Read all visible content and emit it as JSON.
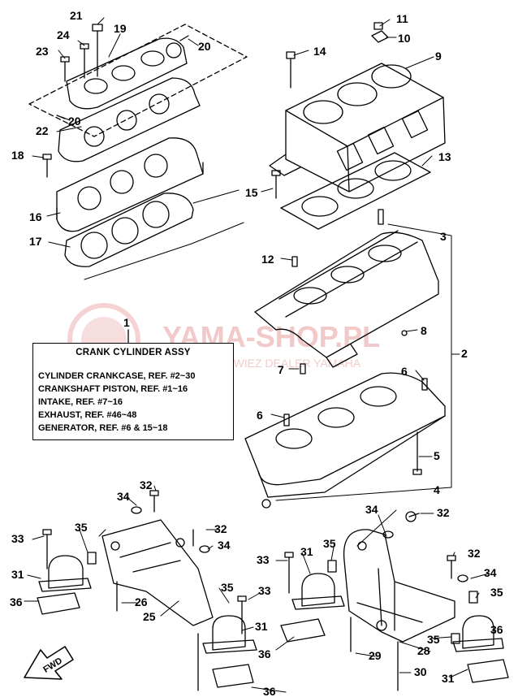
{
  "watermark": {
    "main": "YAMA-SHOP.PL",
    "sub": "WOJCIECHOWIEZ DEALER YAMAHA"
  },
  "legend": {
    "callout": "1",
    "title": "CRANK CYLINDER ASSY",
    "lines": [
      "CYLINDER CRANKCASE, REF. #2~30",
      "CRANKSHAFT PISTON, REF. #1~16",
      "INTAKE,     REF. #7~16",
      "EXHAUST,   REF. #46~48",
      "GENERATOR, REF. #6 & 15~18"
    ]
  },
  "fwd_label": "FWD",
  "callouts": [
    {
      "id": "c21",
      "text": "21"
    },
    {
      "id": "c19",
      "text": "19"
    },
    {
      "id": "c24",
      "text": "24"
    },
    {
      "id": "c23",
      "text": "23"
    },
    {
      "id": "c20a",
      "text": "20"
    },
    {
      "id": "c20b",
      "text": "20"
    },
    {
      "id": "c22",
      "text": "22"
    },
    {
      "id": "c18",
      "text": "18"
    },
    {
      "id": "c16",
      "text": "16"
    },
    {
      "id": "c17",
      "text": "17"
    },
    {
      "id": "c11",
      "text": "11"
    },
    {
      "id": "c10",
      "text": "10"
    },
    {
      "id": "c14",
      "text": "14"
    },
    {
      "id": "c9",
      "text": "9"
    },
    {
      "id": "c13",
      "text": "13"
    },
    {
      "id": "c15",
      "text": "15"
    },
    {
      "id": "c3",
      "text": "3"
    },
    {
      "id": "c12",
      "text": "12"
    },
    {
      "id": "c8",
      "text": "8"
    },
    {
      "id": "c2",
      "text": "2"
    },
    {
      "id": "c7",
      "text": "7"
    },
    {
      "id": "c6a",
      "text": "6"
    },
    {
      "id": "c6b",
      "text": "6"
    },
    {
      "id": "c5",
      "text": "5"
    },
    {
      "id": "c4",
      "text": "4"
    },
    {
      "id": "c34a",
      "text": "34"
    },
    {
      "id": "c32a",
      "text": "32"
    },
    {
      "id": "c34b",
      "text": "34"
    },
    {
      "id": "c32b",
      "text": "32"
    },
    {
      "id": "c33a",
      "text": "33"
    },
    {
      "id": "c35a",
      "text": "35"
    },
    {
      "id": "c32c",
      "text": "32"
    },
    {
      "id": "c34c",
      "text": "34"
    },
    {
      "id": "c31a",
      "text": "31"
    },
    {
      "id": "c36a",
      "text": "36"
    },
    {
      "id": "c26",
      "text": "26"
    },
    {
      "id": "c25",
      "text": "25"
    },
    {
      "id": "c35b",
      "text": "35"
    },
    {
      "id": "c33b",
      "text": "33"
    },
    {
      "id": "c31b",
      "text": "31"
    },
    {
      "id": "c36b",
      "text": "36"
    },
    {
      "id": "c35c",
      "text": "35"
    },
    {
      "id": "c33c",
      "text": "33"
    },
    {
      "id": "c31c",
      "text": "31"
    },
    {
      "id": "c32d",
      "text": "32"
    },
    {
      "id": "c34d",
      "text": "34"
    },
    {
      "id": "c35d",
      "text": "35"
    },
    {
      "id": "c36c",
      "text": "36"
    },
    {
      "id": "c29",
      "text": "29"
    },
    {
      "id": "c28",
      "text": "28"
    },
    {
      "id": "c35e",
      "text": "35"
    },
    {
      "id": "c30",
      "text": "30"
    },
    {
      "id": "c31d",
      "text": "31"
    },
    {
      "id": "c36d",
      "text": "36"
    }
  ]
}
